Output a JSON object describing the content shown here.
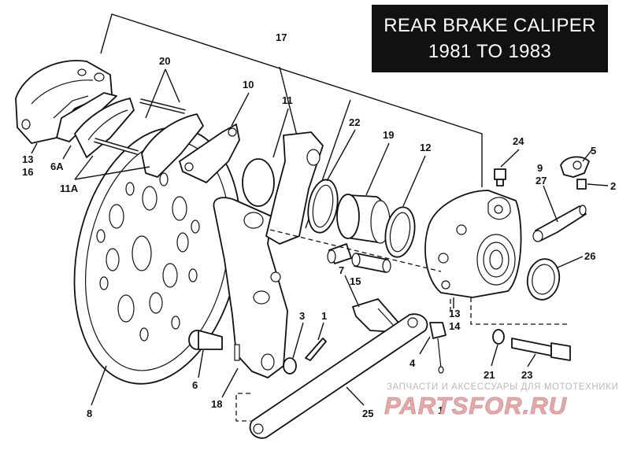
{
  "title": {
    "line1": "REAR BRAKE CALIPER",
    "line2": "1981 TO 1983"
  },
  "callouts": {
    "c17": "17",
    "c20": "20",
    "c10": "10",
    "c11": "11",
    "c22": "22",
    "c19": "19",
    "c12": "12",
    "c24": "24",
    "c5": "5",
    "c2": "2",
    "c9": "9",
    "c27": "27",
    "c26": "26",
    "c13a": "13",
    "c16": "16",
    "c6a": "6A",
    "c11a": "11A",
    "c7": "7",
    "c15": "15",
    "c13b": "13",
    "c14": "14",
    "c3": "3",
    "c1a": "1",
    "c4": "4",
    "c1b": "1",
    "c21": "21",
    "c23": "23",
    "c6": "6",
    "c8": "8",
    "c18": "18",
    "c25": "25"
  },
  "watermark": {
    "caption": "ЗАПЧАСТИ И АКСЕССУАРЫ ДЛЯ МОТОТЕХНИКИ",
    "brand": "PARTSFOR.RU",
    "color": "#c97b7b"
  }
}
